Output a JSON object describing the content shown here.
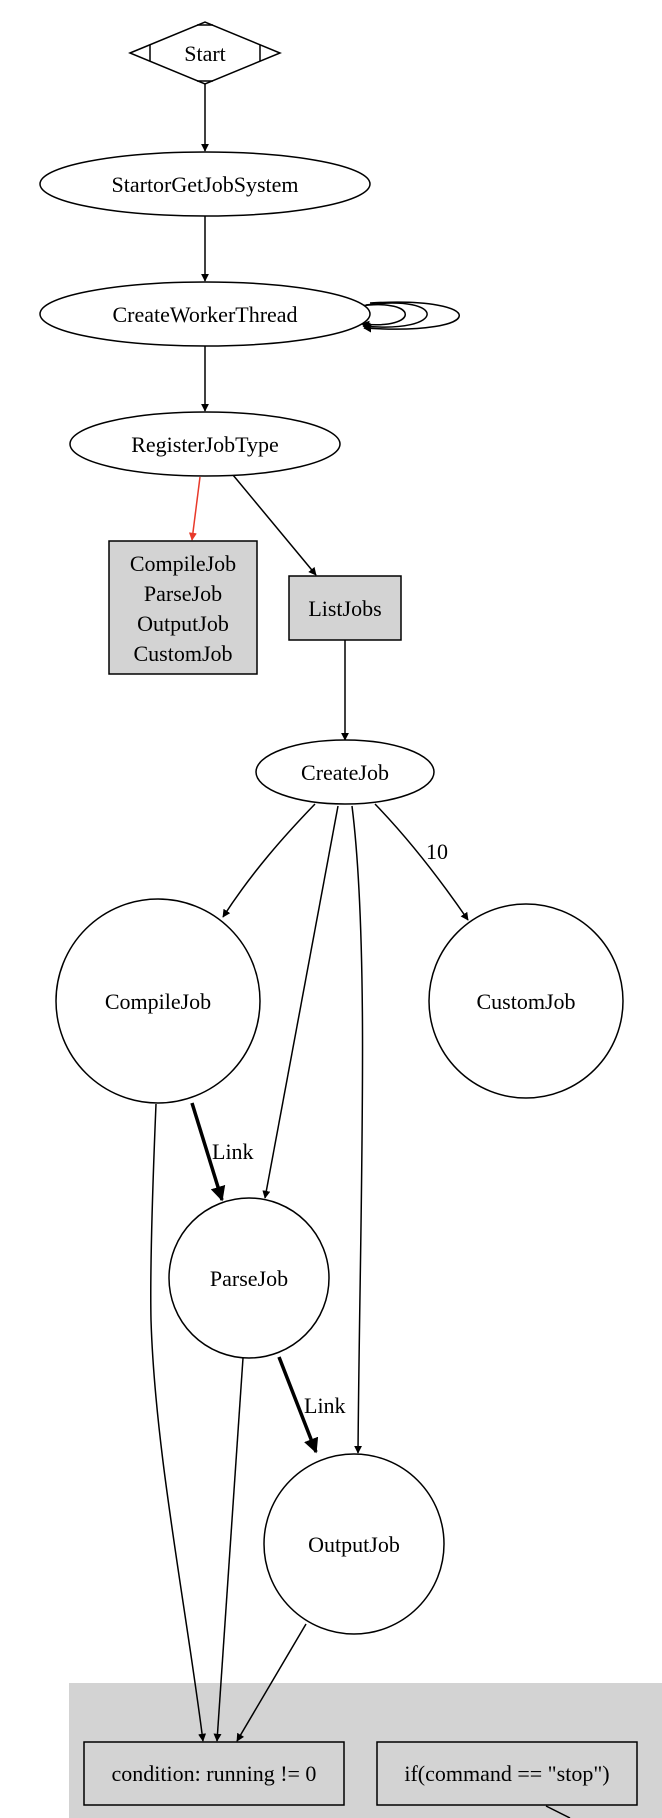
{
  "nodes": {
    "start": "Start",
    "start_or_get": "StartorGetJobSystem",
    "create_worker": "CreateWorkerThread",
    "register_job_type": "RegisterJobType",
    "job_list": [
      "CompileJob",
      "ParseJob",
      "OutputJob",
      "CustomJob"
    ],
    "list_jobs": "ListJobs",
    "create_job": "CreateJob",
    "compile_job": "CompileJob",
    "custom_job": "CustomJob",
    "parse_job": "ParseJob",
    "output_job": "OutputJob",
    "condition": "condition: running != 0",
    "if_stop": "if(command == \"stop\")"
  },
  "edge_labels": {
    "create_to_custom": "10",
    "compile_to_parse": "Link",
    "parse_to_output": "Link"
  },
  "colors": {
    "node_fill": "#ffffff",
    "box_fill": "#d3d3d3",
    "cluster_fill": "#d3d3d3",
    "highlight_edge": "#e8392a",
    "stroke": "#000000"
  }
}
